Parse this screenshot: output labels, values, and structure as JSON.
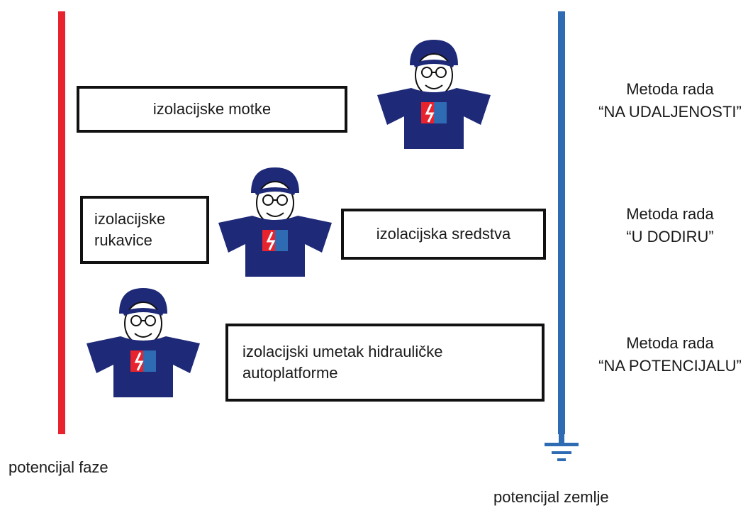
{
  "left_label": "potencijal faze",
  "right_label": "potencijal zemlje",
  "boxes": {
    "poles": "izolacijske motke",
    "gloves": "izolacijske\nrukavice",
    "means": "izolacijska sredstva",
    "insert": "izolacijski umetak hidrauličke\nautoplatforme"
  },
  "methods": [
    {
      "line1": "Metoda rada",
      "line2": "“NA UDALJENOSTI”"
    },
    {
      "line1": "Metoda rada",
      "line2": "“U DODIRU”"
    },
    {
      "line1": "Metoda rada",
      "line2": "“NA POTENCIJALU”"
    }
  ],
  "colors": {
    "phase": "#e8232d",
    "earth": "#2f6bb3",
    "shirt": "#1e2a78",
    "badge_red": "#e8232d",
    "badge_blue": "#2f6bb3"
  },
  "icons": {
    "worker": "worker-figure-icon",
    "ground": "ground-symbol-icon"
  }
}
